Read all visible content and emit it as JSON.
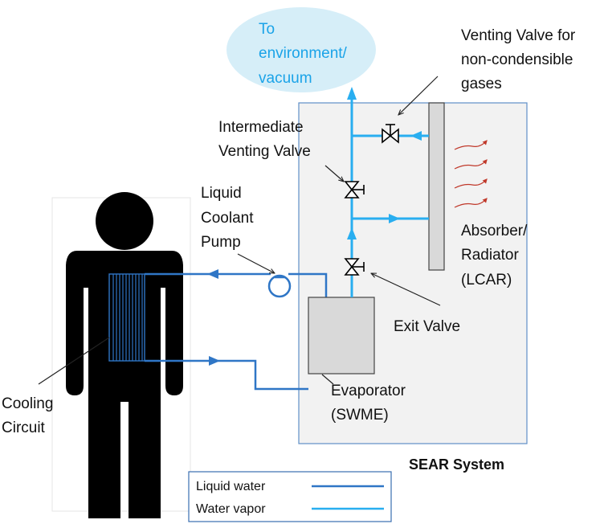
{
  "labels": {
    "environment": [
      "To",
      "environment/",
      "vacuum"
    ],
    "venting_valve": [
      "Venting Valve for",
      "non-condensible",
      "gases"
    ],
    "intermediate_valve": [
      "Intermediate",
      "Venting Valve"
    ],
    "pump": [
      "Liquid",
      "Coolant",
      "Pump"
    ],
    "absorber": [
      "Absorber/",
      "Radiator",
      "(LCAR)"
    ],
    "exit_valve": "Exit Valve",
    "evaporator": [
      "Evaporator",
      "(SWME)"
    ],
    "cooling_circuit": [
      "Cooling",
      "Circuit"
    ],
    "system_title": "SEAR System"
  },
  "legend": {
    "items": [
      {
        "label": "Liquid water",
        "color": "#2f76c6"
      },
      {
        "label": "Water vapor",
        "color": "#29aef0"
      }
    ]
  },
  "colors": {
    "liquid": "#2f76c6",
    "vapor": "#29aef0",
    "cloud": "#d6eef8",
    "system_fill": "#f2f2f2",
    "system_border": "#5f8fc8",
    "component_fill": "#d9d9d9",
    "heat_arrows": "#c0392b",
    "person": "#000000"
  }
}
